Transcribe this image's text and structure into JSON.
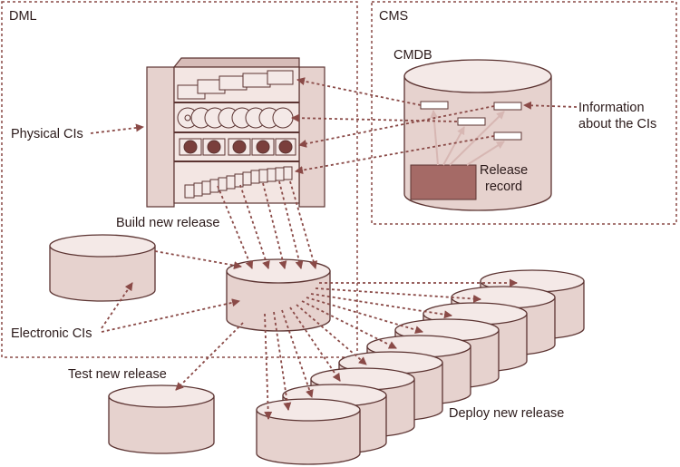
{
  "labels": {
    "dml": "DML",
    "cms": "CMS",
    "cmdb": "CMDB",
    "physical_cis": "Physical CIs",
    "info_line1": "Information",
    "info_line2": "about the CIs",
    "release_line1": "Release",
    "release_line2": "record",
    "build_new_release": "Build new release",
    "electronic_cis": "Electronic CIs",
    "test_new_release": "Test new release",
    "deploy_new_release": "Deploy new release"
  },
  "colors": {
    "border": "#8a4a47",
    "cylinder_top": "#f4e9e7",
    "cylinder_body": "#e6d2ce",
    "record_fill": "#a56a66",
    "arrow": "#8a4a47",
    "light_arrow": "#d7b7b3"
  }
}
